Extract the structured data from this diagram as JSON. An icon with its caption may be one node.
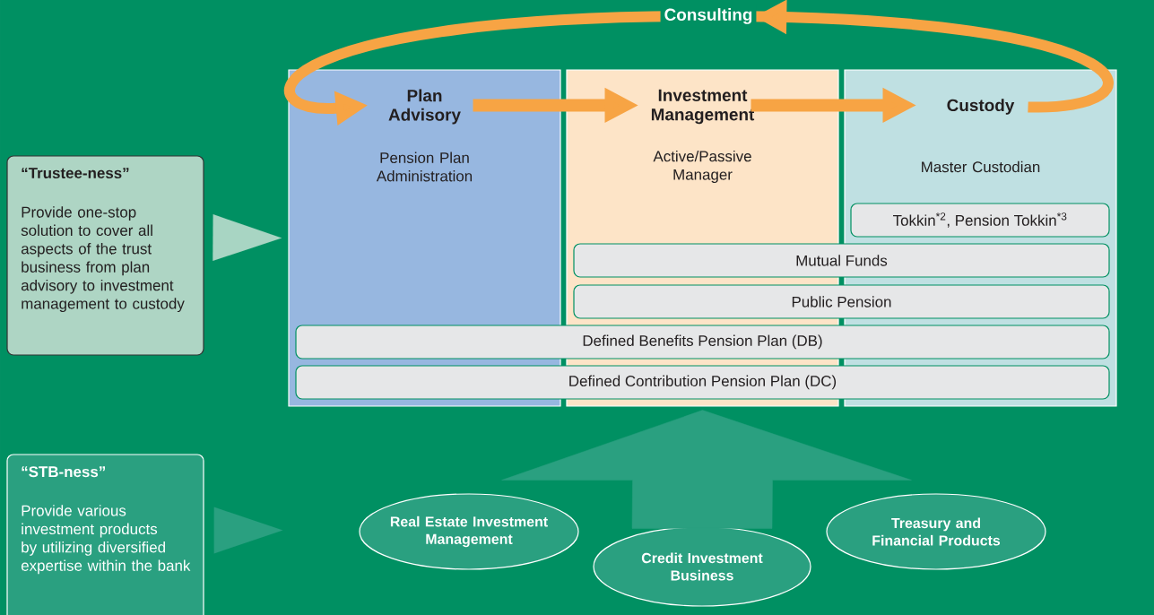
{
  "diagram": {
    "nodes": [
      {
        "text": [
          "“Trustee-ness”",
          "Provide one-stop solution to cover all aspects of the trust business from plan advisory to investment management to custody"
        ]
      },
      {
        "text": [
          "“STB-ness”",
          "Provide various investment products by utilizing diversified expertise within the bank"
        ]
      },
      {
        "text": [
          "Plan Advisory",
          "Pension Plan Administration"
        ]
      },
      {
        "text": [
          "Investment Management",
          "Active/Passive Manager"
        ]
      },
      {
        "text": [
          "Custody",
          "Master Custodian"
        ]
      },
      {
        "text": [
          "Tokkin$^{*2}$, Pension Tokkin$^{*3}$"
        ],
        "in": 4
      },
      {
        "text": [
          "Mutual Funds"
        ]
      },
      {
        "text": [
          "Public Pension"
        ]
      },
      {
        "text": [
          "Defined Benefits Pension Plan (DB)"
        ]
      },
      {
        "text": [
          "Defined Contribution Pension Plan (DC)"
        ]
      },
      {
        "text": [
          "Real Estate Investment Management"
        ]
      },
      {
        "text": [
          "Credit Investment Business"
        ]
      },
      {
        "text": [
          "Treasury and Financial Products"
        ]
      }
    ],
    "edges": [
      {
        "from": 2,
        "to": 3,
        "arrow": "to"
      },
      {
        "from": 3,
        "to": 4,
        "arrow": "to"
      },
      {
        "from": 4,
        "to": 2,
        "arrow": "to",
        "label": "Consulting"
      },
      {
        "from": 0,
        "to": 2,
        "arrow": "to",
        "color": "#a8d5c3"
      },
      {
        "from": 1,
        "to": null,
        "arrow": "to",
        "color": "#2aa080"
      },
      {
        "from": 11,
        "to": 3,
        "arrow": "to",
        "style": "thick",
        "color": "#2aa080"
      }
    ]
  }
}
